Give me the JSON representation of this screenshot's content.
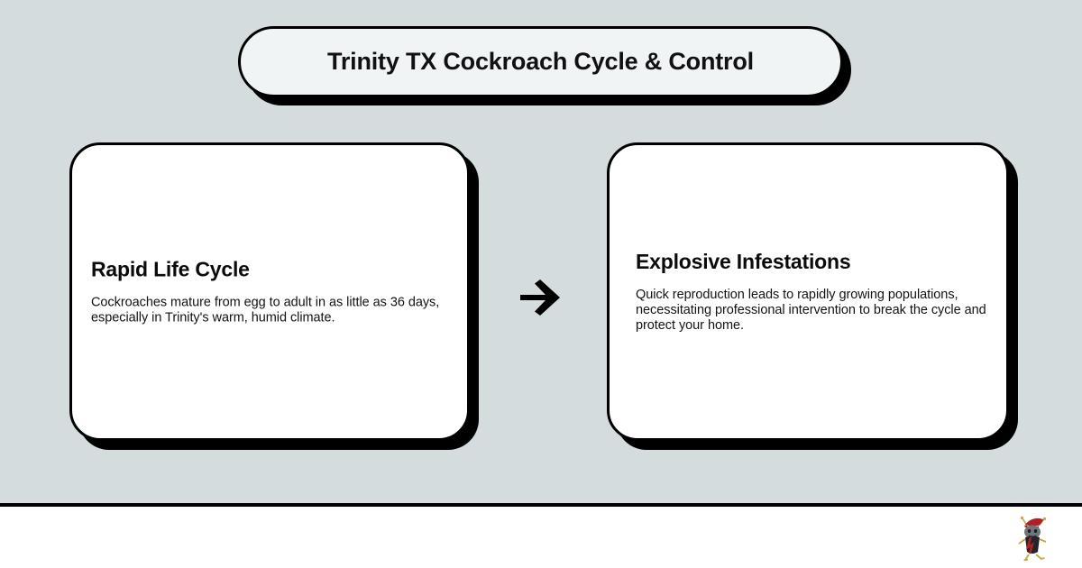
{
  "theme": {
    "stage_background": "#d4dcde",
    "card_background": "#ffffff",
    "title_pill_background": "#f0f4f5",
    "outline_color": "#000000",
    "shadow_color": "#000000",
    "text_color": "#111111",
    "footer_background": "#ffffff",
    "logo_hat_color": "#b11f2a",
    "logo_body_color": "#6f757a"
  },
  "header": {
    "title": "Trinity TX Cockroach Cycle & Control"
  },
  "cards": [
    {
      "heading": "Rapid Life Cycle",
      "text": "Cockroaches mature from egg to adult in as little as 36 days, especially in Trinity's warm, humid climate."
    },
    {
      "heading": "Explosive Infestations",
      "text": "Quick reproduction leads to rapidly growing populations, necessitating professional intervention to break the cycle and protect your home."
    }
  ],
  "connector": {
    "icon": "arrow-right-icon",
    "glyph": "→"
  },
  "footer": {
    "logo_icon": "cockroach-mascot-logo"
  }
}
